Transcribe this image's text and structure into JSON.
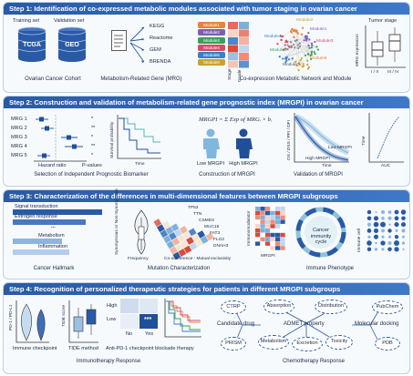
{
  "step1": {
    "title": "Step 1:  Identification of co-expressed metabolic modules associated with tumor staging in ovarian cancer",
    "training_set": "Training set",
    "validation_set": "Validation set",
    "tcga": "TCGA",
    "geo": "GEO",
    "cohort_caption": "Ovarian Cancer Cohort",
    "databases": [
      "KEGG",
      "Reactome",
      "GEM",
      "BRENDA"
    ],
    "mrg_caption": "Metabolism-Related Gene (MRG)",
    "module_labels": [
      "Module1",
      "Module2",
      "Module3",
      "Module4",
      "Module5",
      "Module6"
    ],
    "network_modules": [
      "Module1",
      "Module2",
      "Module3",
      "Module4",
      "Module5",
      "Module6",
      "Module7"
    ],
    "stage_label": "Stage",
    "grade_label": "Grade",
    "network_caption": "Co-expression Metabolic Network and Module",
    "tumor_stage_title": "Tumor stage",
    "boxplot_ylabel": "MRG expression",
    "boxplot_groups": [
      "I / II",
      "III / IV"
    ]
  },
  "step2": {
    "title": "Step 2:  Construction and validation of metabolism-related gene prognostic index (MRGPI) in ovarian cancer",
    "mrgs": [
      "MRG 1",
      "MRG 2",
      "MRG 3",
      "MRG 4",
      "MRG 5"
    ],
    "pvalue_marks": [
      "*",
      "**",
      "*",
      "**",
      "*"
    ],
    "hazard_ratio": "Hazard ratio",
    "pvalues": "P-values",
    "survival_ylabel": "Survival probability",
    "time_label": "Time",
    "selection_caption": "Selection of Independent Prognostic Biomarker",
    "formula": "MRGPI = Σ Exp of MRGᵢ × bᵢ",
    "low_mrgpi": "Low MRGPI",
    "high_mrgpi": "High MRGPI",
    "construction_caption": "Construction of MRGPI",
    "os_ylabel": "OS / DSS / PFI / DFI",
    "validation_caption": "Validation of MRGPI",
    "auc_label": "AUC"
  },
  "step3": {
    "title": "Step 3:  Characterization of the differences in multi-dimensional features between MRGPI subgroups",
    "hallmarks": [
      "Signal transduction",
      "Extrogen response",
      "...",
      "Metabolism",
      "Inflammation"
    ],
    "hallmark_caption": "Cancer Hallmark",
    "mutation_ylabel": "Synonymous or Non-Synonymous",
    "frequency_label": "Frequency",
    "gene_labels": [
      "TP53",
      "TTN",
      "CSMD3",
      "MUC16",
      "FAT3",
      "FLG2",
      "DNAH3"
    ],
    "cooccurrence_label": "Co-occurrence : Mutual exclusivity",
    "mutation_caption": "Mutation Characterization",
    "immunomodulator": "Immunomodulator",
    "cancer_immunity_cycle": "Cancer immunity cycle",
    "immune_cell": "Immune cell",
    "immune_caption": "Immune Phenotype",
    "mrgpi_axis": "MRGPI"
  },
  "step4": {
    "title": "Step 4:  Recognition of personalized therapeutic strategies for patients in different MRGPI subgroups",
    "pdl1": "PD-1 / PD-L1",
    "immune_checkpoint": "Immune checkpoint",
    "tide_score": "TIDE score",
    "tide_method": "TIDE method",
    "high": "High",
    "low": "Low",
    "no": "No",
    "yes": "Yes",
    "stars": "***",
    "anti_pd1": "Anti-PD-1 checkpoint blockade therapy",
    "immunotherapy_caption": "Immunotherapy Response",
    "candidate_drug": "Candidate drug",
    "ctrp": "CTRP",
    "prism": "PRISM",
    "admet_title": "ADMET property",
    "admet": [
      "Absorption",
      "Distribution",
      "Metabolism",
      "Excretion",
      "Toxicity"
    ],
    "molecular_docking": "Molecular docking",
    "pubchem": "PubChem",
    "pdb": "PDB",
    "chemo_caption": "Chemotherapy Response"
  },
  "colors": {
    "header": "#2a5aa6",
    "panel_border": "#bcd0e6",
    "navy": "#1f4f99",
    "teal": "#5bb4b4"
  }
}
